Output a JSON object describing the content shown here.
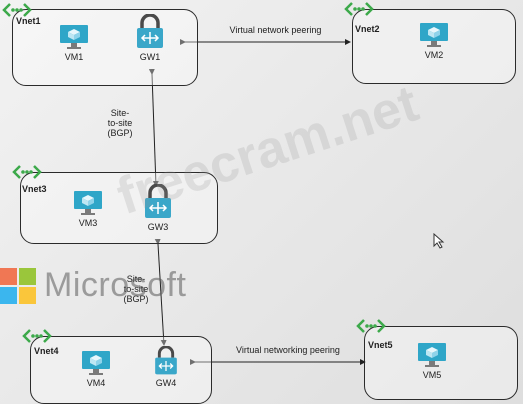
{
  "vnets": [
    {
      "name": "Vnet1"
    },
    {
      "name": "Vnet2"
    },
    {
      "name": "Vnet3"
    },
    {
      "name": "Vnet4"
    },
    {
      "name": "Vnet5"
    }
  ],
  "vms": [
    "VM1",
    "VM2",
    "VM3",
    "VM4",
    "VM5"
  ],
  "gateways": [
    "GW1",
    "GW3",
    "GW4"
  ],
  "links": {
    "peering_1_2": "Virtual network peering",
    "s2s_1_3": [
      "Site-",
      "to-site",
      "(BGP)"
    ],
    "s2s_3_4": [
      "Site-",
      "to-site",
      "(BGP)"
    ],
    "peering_4_5": "Virtual networking peering"
  },
  "overlay": {
    "logo_text": "Microsoft",
    "watermark": "freecram.net"
  },
  "colors": {
    "vm_screen": "#2fa6c8",
    "gateway": "#3aa7c9",
    "lock": "#4a4a4a",
    "badge": "#3ca94a"
  },
  "icons": {
    "vm": "monitor-cube-icon",
    "gateway": "lock-gateway-icon",
    "vnet_badge": "vnet-brackets-icon"
  }
}
